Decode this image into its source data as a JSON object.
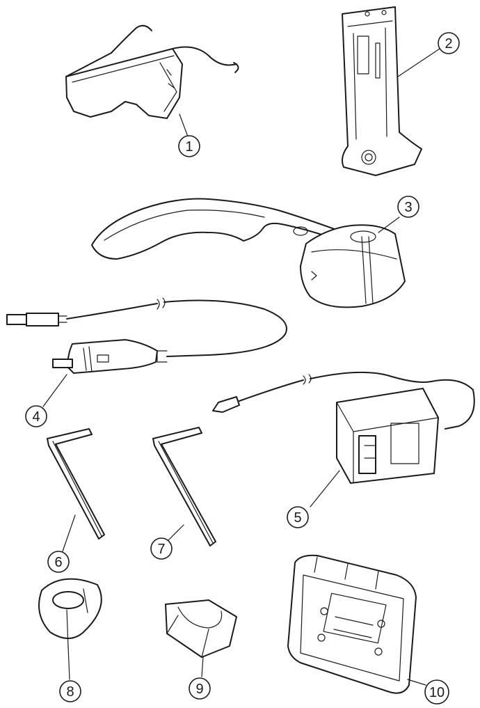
{
  "callouts": [
    {
      "id": 1,
      "label": "1"
    },
    {
      "id": 2,
      "label": "2"
    },
    {
      "id": 3,
      "label": "3"
    },
    {
      "id": 4,
      "label": "4"
    },
    {
      "id": 5,
      "label": "5"
    },
    {
      "id": 6,
      "label": "6"
    },
    {
      "id": 7,
      "label": "7"
    },
    {
      "id": 8,
      "label": "8"
    },
    {
      "id": 9,
      "label": "9"
    },
    {
      "id": 10,
      "label": "10"
    }
  ],
  "colors": {
    "line": "#1a1a1a",
    "background": "#ffffff"
  }
}
